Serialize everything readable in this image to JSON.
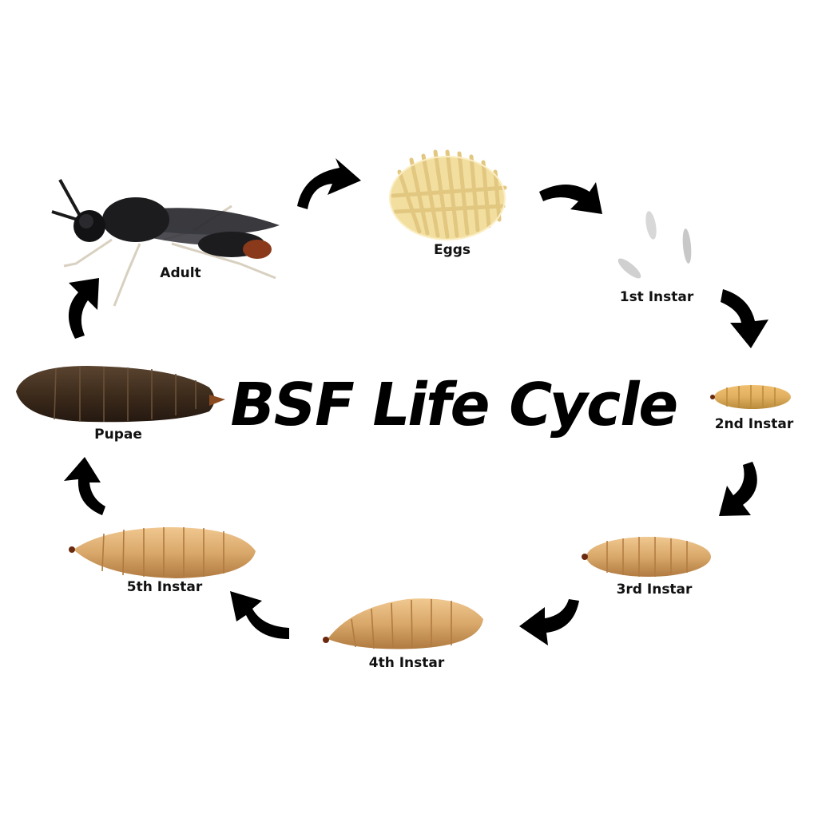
{
  "title": "BSF Life Cycle",
  "stages": [
    {
      "id": "adult",
      "label": "Adult"
    },
    {
      "id": "eggs",
      "label": "Eggs"
    },
    {
      "id": "first-instar",
      "label": "1st Instar"
    },
    {
      "id": "second-instar",
      "label": "2nd Instar"
    },
    {
      "id": "third-instar",
      "label": "3rd Instar"
    },
    {
      "id": "fourth-instar",
      "label": "4th Instar"
    },
    {
      "id": "fifth-instar",
      "label": "5th Instar"
    },
    {
      "id": "pupae",
      "label": "Pupae"
    }
  ],
  "colors": {
    "arrow": "#000000",
    "fly_body": "#1c1c1e",
    "fly_wing": "#3a3a40",
    "fly_abdomen_tip": "#8a3a1a",
    "eggs": "#f2dfa0",
    "larva_small": "#e0b060",
    "larva_large": "#d9a86a",
    "pupa": "#3e2c1c"
  }
}
